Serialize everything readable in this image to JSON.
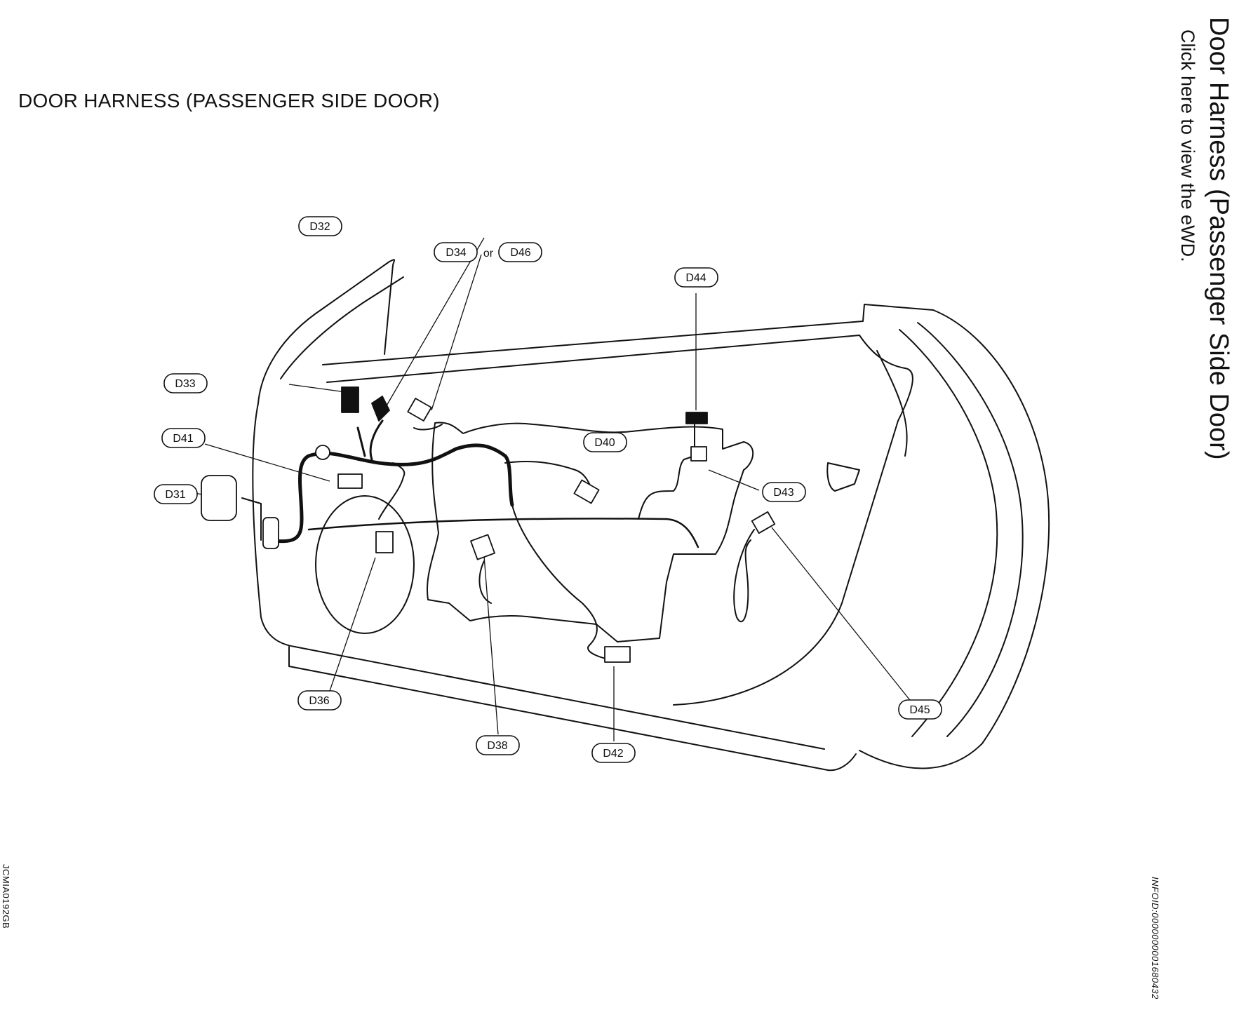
{
  "diagram": {
    "title": "DOOR HARNESS (PASSENGER  SIDE DOOR)",
    "figure_id": "JCMIA0192GB",
    "or_text": "or",
    "connectors": {
      "d31": "D31",
      "d32": "D32",
      "d33": "D33",
      "d34": "D34",
      "d36": "D36",
      "d38": "D38",
      "d40": "D40",
      "d41": "D41",
      "d42": "D42",
      "d43": "D43",
      "d44": "D44",
      "d45": "D45",
      "d46": "D46"
    }
  },
  "side_panel": {
    "title": "Door Harness (Passenger Side Door)",
    "link_text": "Click here to view the eWD.",
    "info_id": "INFOID:0000000001680432"
  }
}
